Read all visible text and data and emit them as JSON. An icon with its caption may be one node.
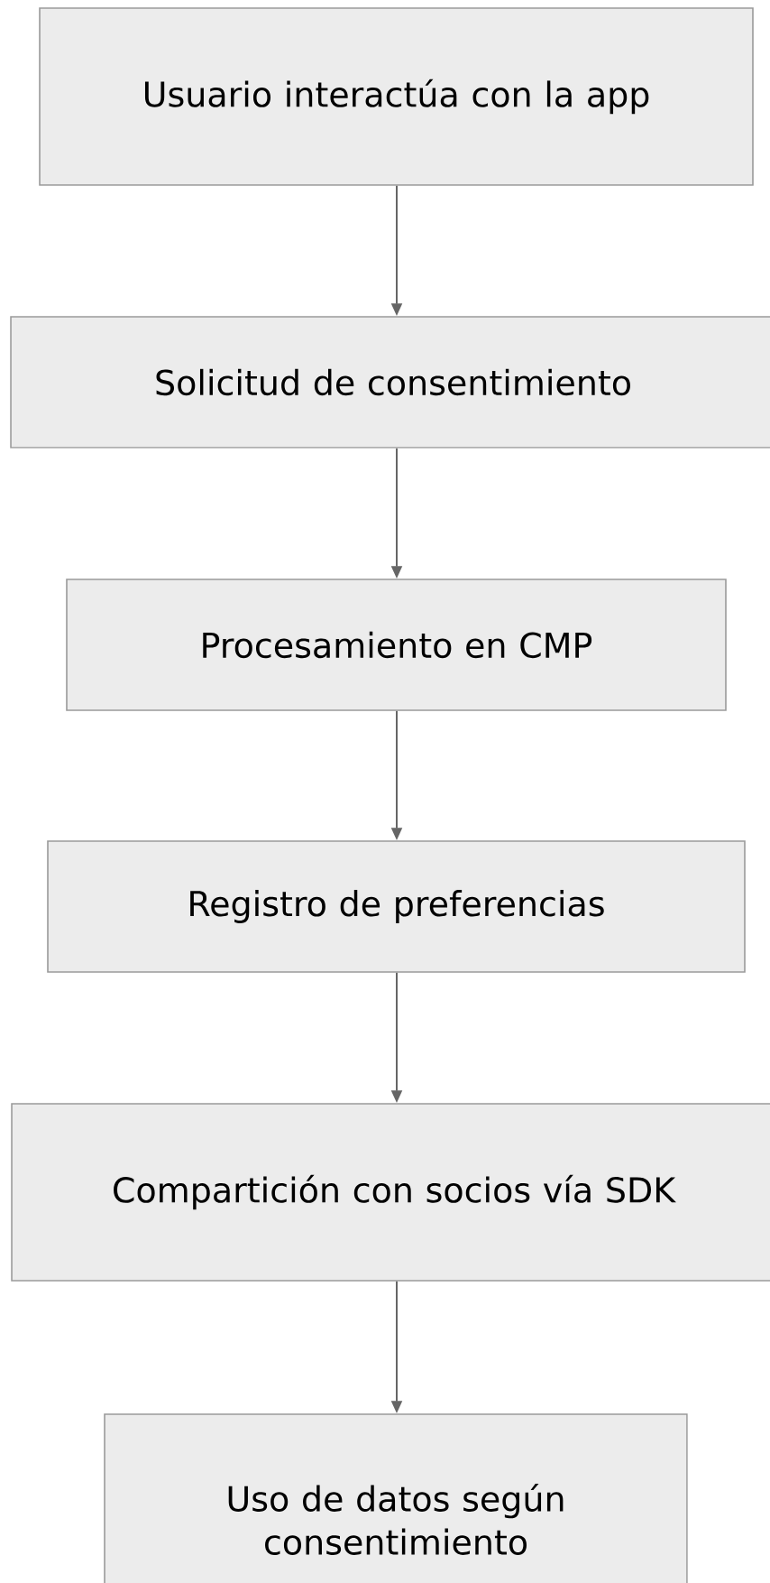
{
  "diagram": {
    "nodes": [
      {
        "text": [
          "Usuario interactúa con la app"
        ]
      },
      {
        "text": [
          "Solicitud de consentimiento"
        ]
      },
      {
        "text": [
          "Procesamiento en CMP"
        ]
      },
      {
        "text": [
          "Registro de preferencias"
        ]
      },
      {
        "text": [
          "Compartición con socios vía SDK"
        ]
      },
      {
        "text": [
          "Uso de datos según consentimiento"
        ]
      }
    ],
    "edges": [
      {
        "from": 0,
        "to": 1,
        "arrow": "to"
      },
      {
        "from": 1,
        "to": 2,
        "arrow": "to"
      },
      {
        "from": 2,
        "to": 3,
        "arrow": "to"
      },
      {
        "from": 3,
        "to": 4,
        "arrow": "to"
      },
      {
        "from": 4,
        "to": 5,
        "arrow": "to"
      }
    ]
  }
}
